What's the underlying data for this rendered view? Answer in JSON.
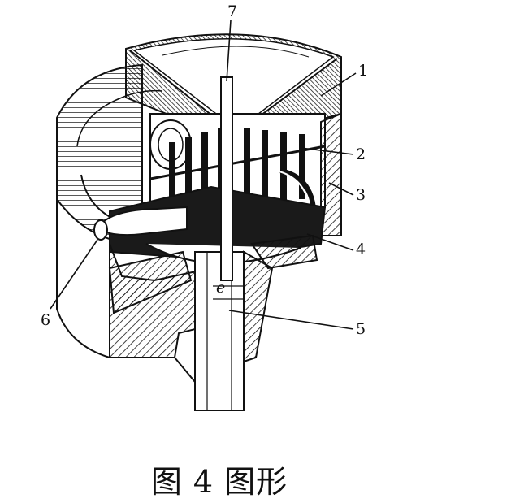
{
  "figure": {
    "callouts": [
      {
        "id": "1",
        "label": "1"
      },
      {
        "id": "2",
        "label": "2"
      },
      {
        "id": "3",
        "label": "3"
      },
      {
        "id": "4",
        "label": "4"
      },
      {
        "id": "5",
        "label": "5"
      },
      {
        "id": "6",
        "label": "6"
      },
      {
        "id": "7",
        "label": "7"
      }
    ],
    "inner_mark": "e",
    "caption": "图 4 图形"
  },
  "colors": {
    "ink": "#111111",
    "paper": "#ffffff"
  }
}
